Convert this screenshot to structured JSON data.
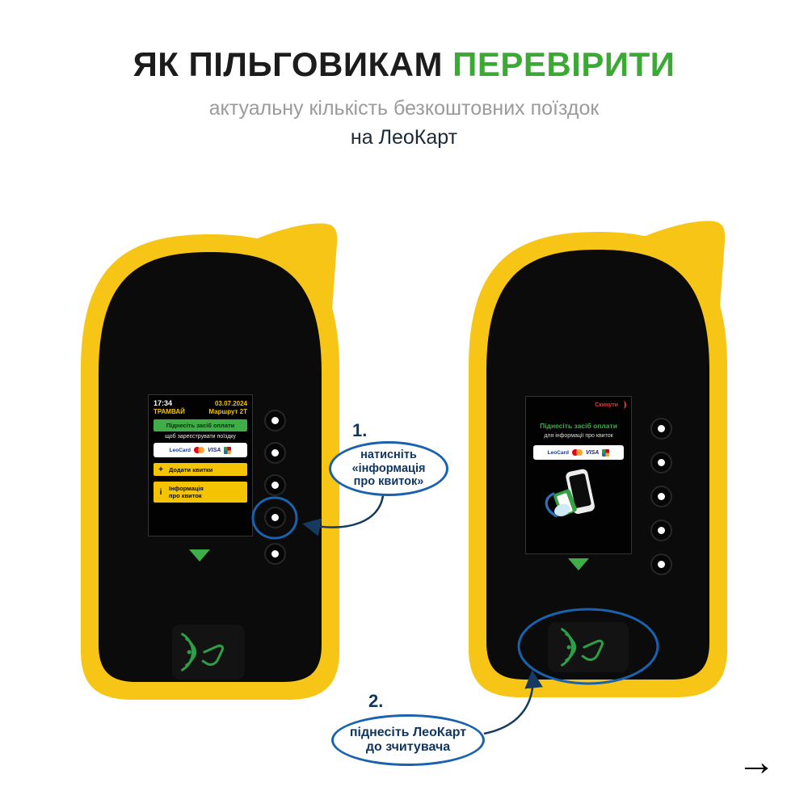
{
  "header": {
    "title_main": "ЯК ПІЛЬГОВИКАМ",
    "title_accent": "ПЕРЕВІРИТИ",
    "subtitle": "актуальну кількість безкоштовних поїздок",
    "subtitle2": "на ЛеоКарт"
  },
  "colors": {
    "accent_green": "#3aaa35",
    "device_yellow": "#F7C515",
    "screen_button_yellow": "#F5C400",
    "annotation_blue": "#1a62ae",
    "callout_text": "#10355e",
    "reset_red": "#e53935"
  },
  "device_left": {
    "screen": {
      "time": "17:34",
      "vehicle": "ТРАМВАЙ",
      "date": "03.07.2024",
      "route": "Маршрут 2Т",
      "prompt_title": "Піднесіть засіб оплати",
      "prompt_sub": "щоб зареєструвати поїздку",
      "menu": [
        {
          "icon": "+",
          "lines": [
            "Додати квитки"
          ]
        },
        {
          "icon": "і",
          "lines": [
            "Інформація",
            "про квиток"
          ]
        }
      ]
    }
  },
  "device_right": {
    "screen": {
      "reset_label": "Скинути",
      "prompt_title": "Піднесіть засіб оплати",
      "prompt_sub": "для інформації про квиток"
    }
  },
  "payment": {
    "leocard": "LeoCard",
    "visa": "VISA"
  },
  "callout_1": {
    "number": "1.",
    "line1": "натисніть",
    "line2": "«інформація",
    "line3": "про квиток»"
  },
  "callout_2": {
    "number": "2.",
    "line1": "піднесіть ЛеоКарт",
    "line2": "до зчитувача"
  },
  "next_arrow": "→"
}
